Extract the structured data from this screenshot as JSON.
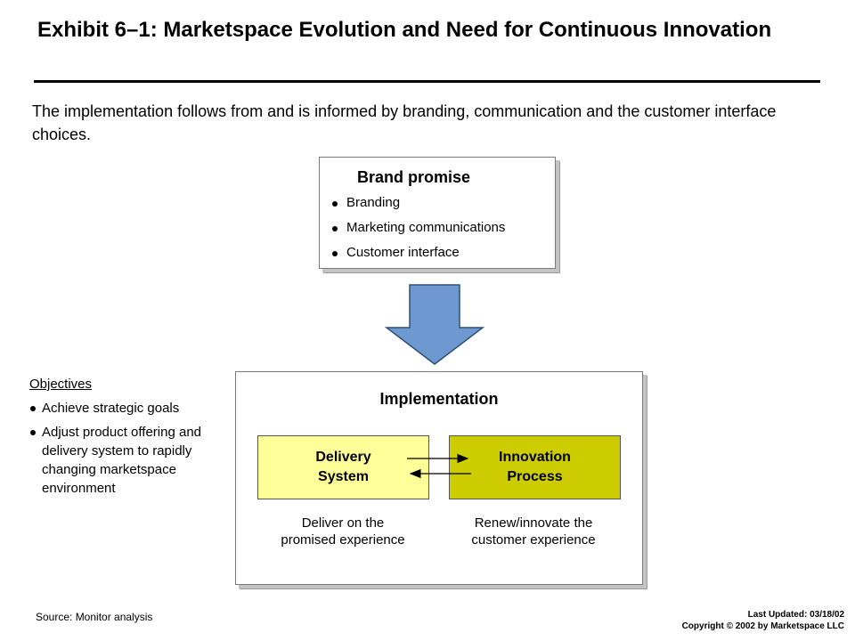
{
  "title": "Exhibit 6–1: Marketspace Evolution and Need for Continuous Innovation",
  "intro": "The implementation follows from and is informed by branding, communication and the customer interface choices.",
  "brand_promise": {
    "title": "Brand promise",
    "items": [
      "Branding",
      "Marketing communications",
      "Customer interface"
    ]
  },
  "objectives": {
    "heading": "Objectives",
    "items": [
      "Achieve strategic goals",
      "Adjust product offering and delivery system to rapidly changing marketspace environment"
    ]
  },
  "implementation": {
    "title": "Implementation",
    "delivery_label": "Delivery\nSystem",
    "innovation_label": "Innovation\nProcess",
    "delivery_caption": "Deliver on the\npromised experience",
    "innovation_caption": "Renew/innovate the\ncustomer experience"
  },
  "source": "Source: Monitor analysis",
  "footer": {
    "last_updated": "Last Updated: 03/18/02",
    "copyright": "Copyright © 2002 by Marketspace LLC"
  },
  "colors": {
    "arrow_fill": "#6e99d0",
    "delivery_fill": "#ffff99",
    "innovation_fill": "#cccc00"
  }
}
